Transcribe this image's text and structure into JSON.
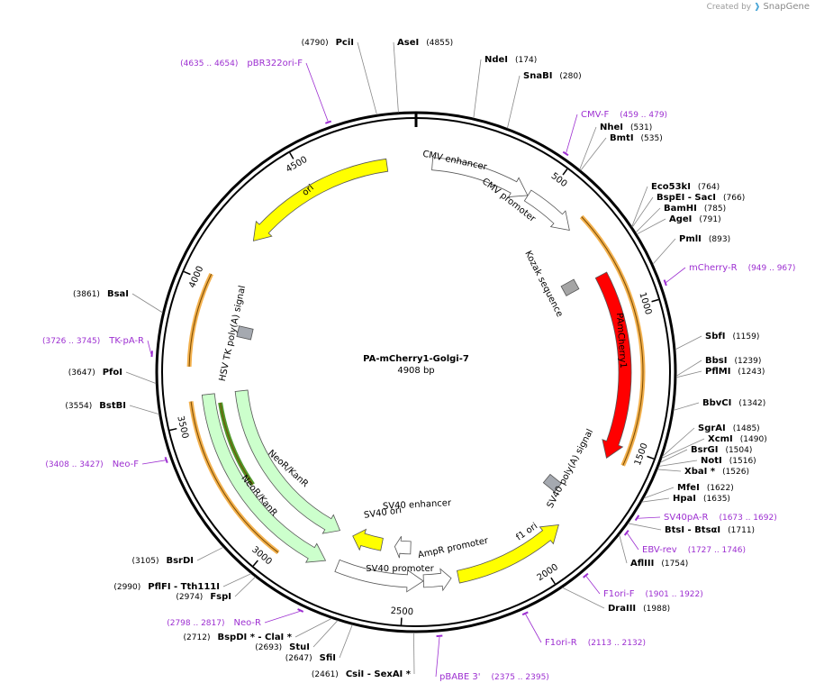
{
  "watermark": {
    "prefix": "Created by",
    "brand": "SnapGene"
  },
  "plasmid": {
    "name": "PA-mCherry1-Golgi-7",
    "length_label": "4908 bp",
    "length": 4908
  },
  "ruler": [
    {
      "pos": 500,
      "label": "500"
    },
    {
      "pos": 1000,
      "label": "1000"
    },
    {
      "pos": 1500,
      "label": "1500"
    },
    {
      "pos": 2000,
      "label": "2000"
    },
    {
      "pos": 2500,
      "label": "2500"
    },
    {
      "pos": 3000,
      "label": "3000"
    },
    {
      "pos": 3500,
      "label": "3500"
    },
    {
      "pos": 4000,
      "label": "4000"
    },
    {
      "pos": 4500,
      "label": "4500"
    }
  ],
  "features": [
    {
      "name": "CMV enhancer",
      "start": 61,
      "end": 440,
      "color": "#ffffff",
      "lane": "outer"
    },
    {
      "name": "CMV promoter",
      "start": 441,
      "end": 644,
      "color": "#ffffff",
      "lane": "outer"
    },
    {
      "name": "Kozak sequence",
      "start": 830,
      "end": 840,
      "color": "#a5a5a5",
      "lane": "box"
    },
    {
      "name": "PAmCherry1",
      "start": 850,
      "end": 1558,
      "color": "#ff0000",
      "lane": "outer"
    },
    {
      "name": "SV40 poly(A) signal",
      "start": 1700,
      "end": 1821,
      "color": "#a5a9b0",
      "lane": "box"
    },
    {
      "name": "f1 ori",
      "start": 1867,
      "end": 2295,
      "color": "#ffff00",
      "lane": "outer",
      "reverse": true
    },
    {
      "name": "AmpR promoter",
      "start": 2322,
      "end": 2426,
      "color": "#ffffff",
      "lane": "outer",
      "reverse": true
    },
    {
      "name": "SV40 promoter",
      "start": 2427,
      "end": 2756,
      "color": "#ffffff",
      "lane": "outer",
      "reverse": true
    },
    {
      "name": "SV40 enhancer",
      "start": 2478,
      "end": 2549,
      "color": "#ffffff",
      "lane": "inner"
    },
    {
      "name": "SV40 ori",
      "start": 2607,
      "end": 2742,
      "color": "#ffff00",
      "lane": "inner"
    },
    {
      "name": "NeoR/KanR",
      "start": 2804,
      "end": 3598,
      "color": "#ccffcc",
      "lane": "outer",
      "reverse": true
    },
    {
      "name": "NeoR/KanR",
      "start": 2804,
      "end": 3598,
      "color": "#ccffcc",
      "lane": "inner",
      "reverse": true
    },
    {
      "name": "HSV TK poly(A) signal",
      "start": 3834,
      "end": 3881,
      "color": "#a5a9b0",
      "lane": "box"
    },
    {
      "name": "ori",
      "start": 4211,
      "end": 4799,
      "color": "#ffff00",
      "lane": "outer",
      "reverse": true
    }
  ],
  "orfs": [
    {
      "start": 638,
      "end": 1558,
      "color": "#f2a93b"
    },
    {
      "start": 2964,
      "end": 3580,
      "color": "#f2a93b"
    },
    {
      "start": 3700,
      "end": 4030,
      "color": "#f2a93b"
    },
    {
      "start": 3210,
      "end": 3560,
      "color": "#3c8d13"
    }
  ],
  "sites": [
    {
      "pos": 4790,
      "name": "PciI",
      "num": "(4790)",
      "side": "left",
      "bold": true
    },
    {
      "pos": 4855,
      "name": "AseI",
      "num": "(4855)",
      "side": "right",
      "bold": true
    },
    {
      "pos": 174,
      "name": "NdeI",
      "num": "(174)",
      "side": "right",
      "bold": true
    },
    {
      "pos": 280,
      "name": "SnaBI",
      "num": "(280)",
      "side": "right",
      "bold": true
    },
    {
      "pos": 531,
      "name": "NheI",
      "num": "(531)",
      "side": "right",
      "bold": true
    },
    {
      "pos": 535,
      "name": "BmtI",
      "num": "(535)",
      "side": "right",
      "bold": true
    },
    {
      "pos": 764,
      "name": "Eco53kI",
      "num": "(764)",
      "side": "right",
      "bold": true
    },
    {
      "pos": 766,
      "name": "BspEI - SacI",
      "num": "(766)",
      "side": "right",
      "bold": true
    },
    {
      "pos": 785,
      "name": "BamHI",
      "num": "(785)",
      "side": "right",
      "bold": true
    },
    {
      "pos": 791,
      "name": "AgeI",
      "num": "(791)",
      "side": "right",
      "bold": true
    },
    {
      "pos": 893,
      "name": "PmlI",
      "num": "(893)",
      "side": "right",
      "bold": true
    },
    {
      "pos": 1159,
      "name": "SbfI",
      "num": "(1159)",
      "side": "right",
      "bold": true
    },
    {
      "pos": 1239,
      "name": "BbsI",
      "num": "(1239)",
      "side": "right",
      "bold": true
    },
    {
      "pos": 1243,
      "name": "PflMI",
      "num": "(1243)",
      "side": "right",
      "bold": true
    },
    {
      "pos": 1342,
      "name": "BbvCI",
      "num": "(1342)",
      "side": "right",
      "bold": true
    },
    {
      "pos": 1485,
      "name": "SgrAI",
      "num": "(1485)",
      "side": "right",
      "bold": true
    },
    {
      "pos": 1490,
      "name": "XcmI",
      "num": "(1490)",
      "side": "right",
      "bold": true
    },
    {
      "pos": 1504,
      "name": "BsrGI",
      "num": "(1504)",
      "side": "right",
      "bold": true
    },
    {
      "pos": 1516,
      "name": "NotI",
      "num": "(1516)",
      "side": "right",
      "bold": true
    },
    {
      "pos": 1526,
      "name": "XbaI *",
      "num": "(1526)",
      "side": "right",
      "bold": true
    },
    {
      "pos": 1622,
      "name": "MfeI",
      "num": "(1622)",
      "side": "right",
      "bold": true
    },
    {
      "pos": 1635,
      "name": "HpaI",
      "num": "(1635)",
      "side": "right",
      "bold": true
    },
    {
      "pos": 1711,
      "name": "BtsI - BtsαI",
      "num": "(1711)",
      "side": "right",
      "bold": true
    },
    {
      "pos": 1754,
      "name": "AflIII",
      "num": "(1754)",
      "side": "right",
      "bold": true
    },
    {
      "pos": 1988,
      "name": "DraIII",
      "num": "(1988)",
      "side": "right",
      "bold": true
    },
    {
      "pos": 2461,
      "name": "CsiI - SexAI *",
      "num": "(2461)",
      "side": "left",
      "bold": true
    },
    {
      "pos": 2647,
      "name": "SfiI",
      "num": "(2647)",
      "side": "left",
      "bold": true
    },
    {
      "pos": 2693,
      "name": "StuI",
      "num": "(2693)",
      "side": "left",
      "bold": true
    },
    {
      "pos": 2712,
      "name": "BspDI * - ClaI *",
      "num": "(2712)",
      "side": "left",
      "bold": true
    },
    {
      "pos": 2974,
      "name": "FspI",
      "num": "(2974)",
      "side": "left",
      "bold": true
    },
    {
      "pos": 2990,
      "name": "PflFI - Tth111I",
      "num": "(2990)",
      "side": "left",
      "bold": true
    },
    {
      "pos": 3105,
      "name": "BsrDI",
      "num": "(3105)",
      "side": "left",
      "bold": true
    },
    {
      "pos": 3554,
      "name": "BstBI",
      "num": "(3554)",
      "side": "left",
      "bold": true
    },
    {
      "pos": 3647,
      "name": "PfoI",
      "num": "(3647)",
      "side": "left",
      "bold": true
    },
    {
      "pos": 3861,
      "name": "BsaI",
      "num": "(3861)",
      "side": "left",
      "bold": true
    }
  ],
  "primers": [
    {
      "pos": 469,
      "name": "CMV-F",
      "num": "(459 .. 479)",
      "side": "right"
    },
    {
      "pos": 958,
      "name": "mCherry-R",
      "num": "(949 .. 967)",
      "side": "right"
    },
    {
      "pos": 1682,
      "name": "SV40pA-R",
      "num": "(1673 .. 1692)",
      "side": "right"
    },
    {
      "pos": 1736,
      "name": "EBV-rev",
      "num": "(1727 .. 1746)",
      "side": "right"
    },
    {
      "pos": 1911,
      "name": "F1ori-F",
      "num": "(1901 .. 1922)",
      "side": "right"
    },
    {
      "pos": 2122,
      "name": "F1ori-R",
      "num": "(2113 .. 2132)",
      "side": "right"
    },
    {
      "pos": 2385,
      "name": "pBABE 3'",
      "num": "(2375 .. 2395)",
      "side": "right"
    },
    {
      "pos": 2807,
      "name": "Neo-R",
      "num": "(2798 .. 2817)",
      "side": "left"
    },
    {
      "pos": 3417,
      "name": "Neo-F",
      "num": "(3408 .. 3427)",
      "side": "left"
    },
    {
      "pos": 3735,
      "name": "TK-pA-R",
      "num": "(3726 .. 3745)",
      "side": "left"
    },
    {
      "pos": 4644,
      "name": "pBR322ori-F",
      "num": "(4635 .. 4654)",
      "side": "left"
    }
  ]
}
